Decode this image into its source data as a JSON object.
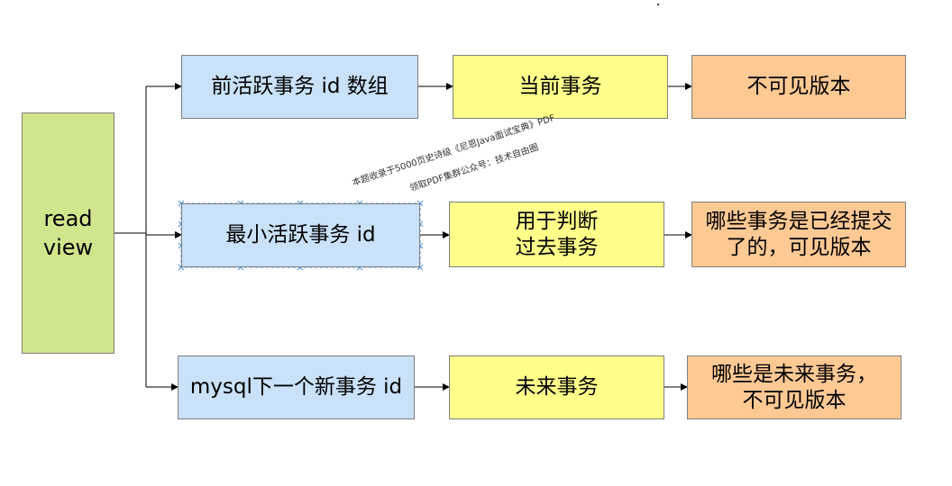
{
  "diagram": {
    "source": {
      "label": "read\nview"
    },
    "rows": [
      {
        "field": "前活跃事务 id 数组",
        "meaning": "当前事务",
        "result": "不可见版本"
      },
      {
        "field": "最小活跃事务 id",
        "meaning": "用于判断\n过去事务",
        "result": "哪些事务是已经提交\n了的，可见版本"
      },
      {
        "field": "mysql下一个新事务 id",
        "meaning": "未来事务",
        "result": "哪些是未来事务，\n不可见版本"
      }
    ]
  },
  "watermark": {
    "line1": "本题收录于5000页史诗级《尼恩Java面试宝典》PDF",
    "line2": "领取PDF集群公众号：技术自由圈"
  },
  "colors": {
    "source": "#d0e68c",
    "field": "#c9e1f9",
    "meaning": "#ffff8a",
    "result": "#ffc994",
    "border": "#7f7f7f",
    "arrow": "#000000",
    "selection_handles": "#4a90d9"
  }
}
